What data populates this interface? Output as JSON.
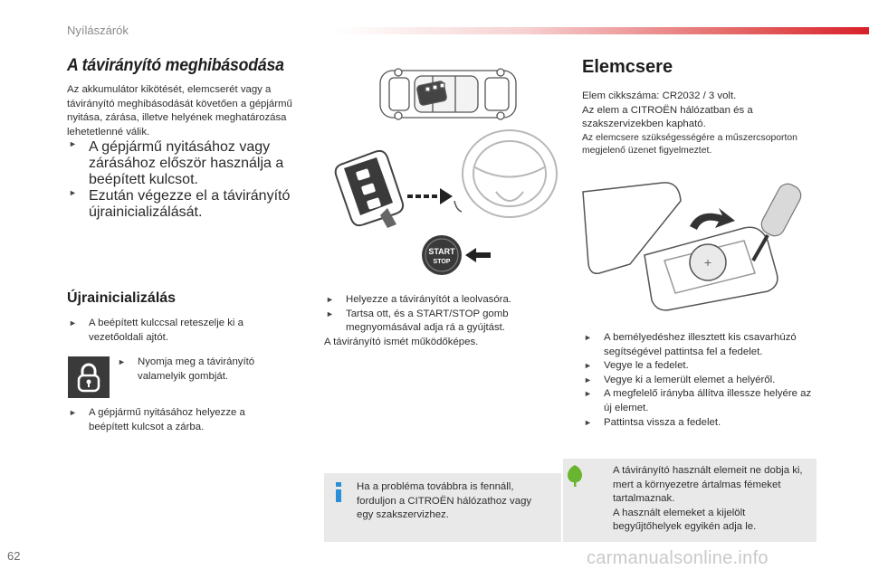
{
  "header": {
    "section": "Nyílászárók"
  },
  "left": {
    "title": "A távirányító meghibásodása",
    "intro": "Az akkumulátor kikötését, elemcserét vagy a távirányító meghibásodását követően a gépjármű nyitása, zárása, illetve helyének meghatározása lehetetlenné válik.",
    "bullets": [
      "A gépjármű nyitásához vagy zárásához először használja a beépített kulcsot.",
      "Ezután végezze el a távirányító újrainicializálását."
    ]
  },
  "reinit": {
    "title": "Újrainicializálás",
    "step1": "A beépített kulccsal reteszelje ki a vezetőoldali ajtót.",
    "step2": "Nyomja meg a távirányító valamelyik gombját.",
    "step3": "A gépjármű nyitásához helyezze a beépített kulcsot a zárba."
  },
  "middle": {
    "start_button_line1": "START",
    "start_button_line2": "STOP",
    "bullets": [
      "Helyezze a távirányítót a leolvasóra.",
      "Tartsa ott, és a START/STOP gomb megnyomásával adja rá a gyújtást."
    ],
    "result": "A távirányító ismét működőképes.",
    "info_text": "Ha a probléma továbbra is fennáll, forduljon a CITROËN hálózathoz vagy egy szakszervizhez."
  },
  "right": {
    "title": "Elemcsere",
    "line1": "Elem cikkszáma: CR2032 / 3 volt.",
    "line2": "Az elem a CITROËN hálózatban és a szakszervizekben kapható.",
    "note": "Az elemcsere szükségességére a műszercsoporton megjelenő üzenet figyelmeztet.",
    "bullets": [
      "A bemélyedéshez illesztett kis csavarhúzó segítségével pattintsa fel a fedelet.",
      "Vegye le a fedelet.",
      "Vegye ki a lemerült elemet a helyéről.",
      "A megfelelő irányba állítva illessze helyére az új elemet.",
      "Pattintsa vissza a fedelet."
    ],
    "eco_text": "A távirányító használt elemeit ne dobja ki, mert a környezetre ártalmas fémeket tartalmaznak.\nA használt elemeket a kijelölt begyűjtőhelyek egyikén adja le."
  },
  "footer": {
    "page_number": "62",
    "watermark": "carmanualsonline.info"
  },
  "colors": {
    "accent_red": "#d81f2a",
    "info_blue": "#2a8fd8",
    "eco_green": "#6ab52f",
    "box_gray": "#e9e9e9"
  },
  "icons": [
    "bullet-icon",
    "lock-icon",
    "info-icon",
    "eco-leaf-icon",
    "start-stop-icon"
  ]
}
